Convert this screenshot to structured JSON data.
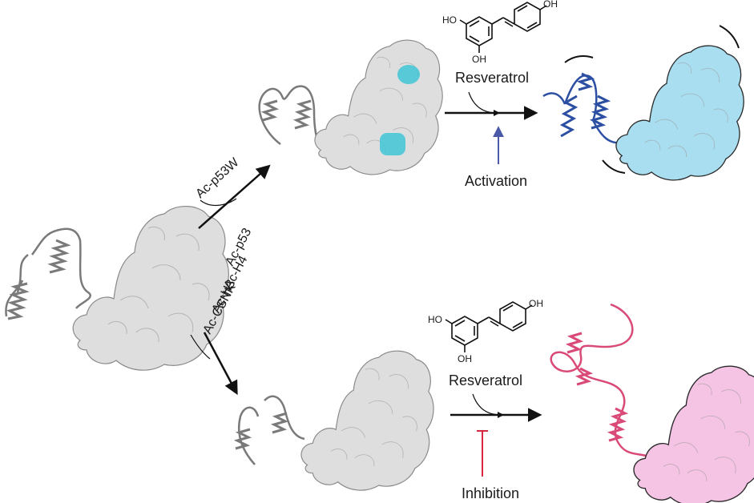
{
  "top_branch": {
    "substrate_label": "Ac-p53W",
    "compound_label": "Resveratrol",
    "outcome_label": "Activation",
    "outcome_color": "#4b5aa8"
  },
  "bottom_branch": {
    "substrate_labels": [
      "Ac-p53",
      "Ac-H4",
      "Ac-H3",
      "Ac-CSNK"
    ],
    "compound_label": "Resveratrol",
    "outcome_label": "Inhibition",
    "outcome_color": "#d7263d"
  },
  "molecule_atoms": {
    "oh_top_left": "HO",
    "oh_bottom": "OH",
    "oh_right": "OH"
  },
  "colors": {
    "protein_gray": "#dedede",
    "protein_active": "#a9def0",
    "protein_inhibited": "#f5c3e3",
    "site_highlight": "#3fc6d6",
    "chain_gray": "#7a7a7a",
    "chain_blue": "#2c4fa3",
    "chain_pink": "#d94a77"
  }
}
